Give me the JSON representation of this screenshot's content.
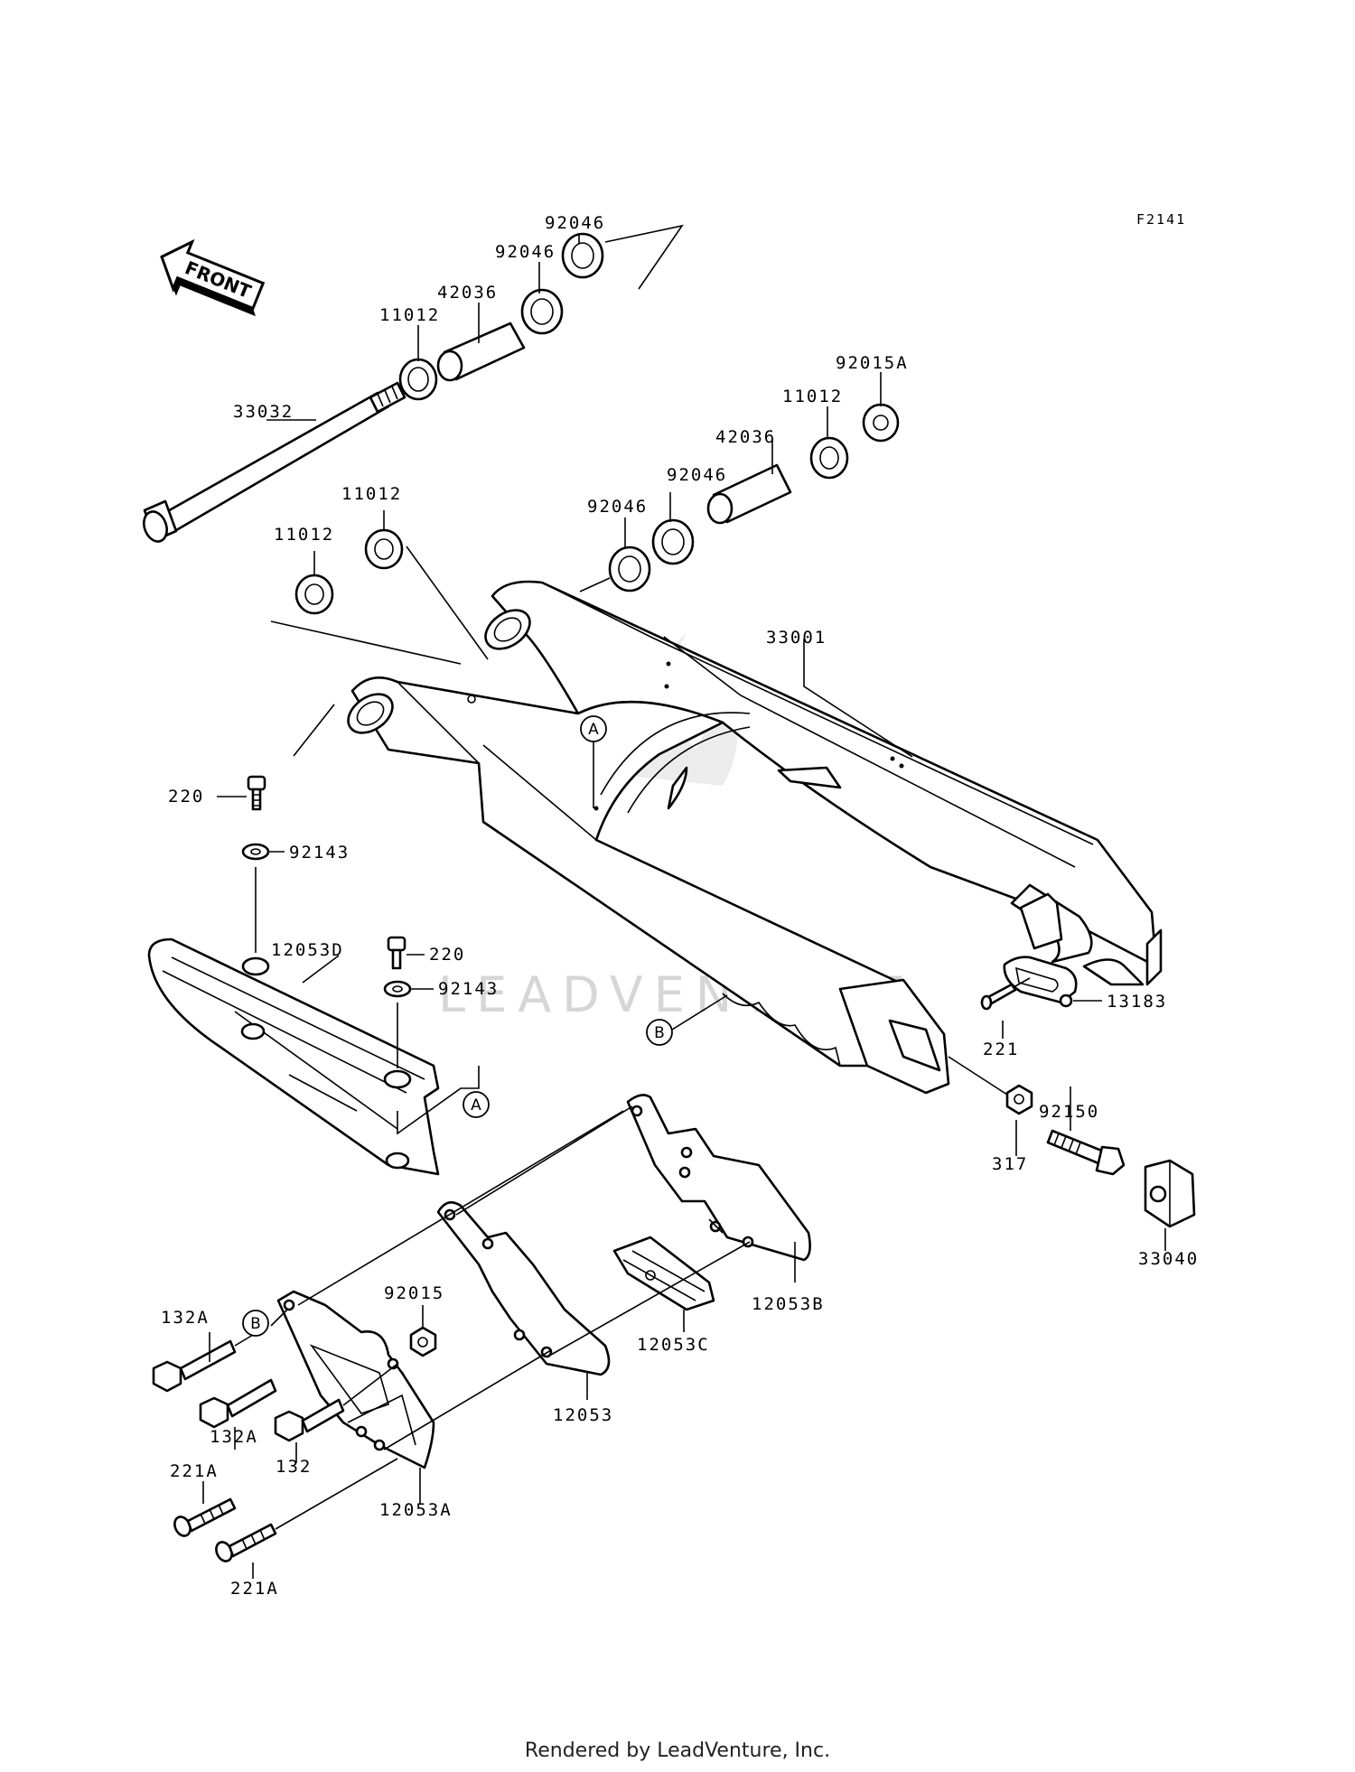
{
  "diagram_code": "F2141",
  "front_arrow_label": "FRONT",
  "watermark": "LEADVENTURE",
  "footer": "Rendered by LeadVenture, Inc.",
  "ref_markers": {
    "a": "A",
    "b": "B"
  },
  "labels": {
    "p92046_a": "92046",
    "p92046_b": "92046",
    "p42036_a": "42036",
    "p11012_a": "11012",
    "p33032": "33032",
    "p92015A": "92015A",
    "p11012_b": "11012",
    "p42036_b": "42036",
    "p92046_c": "92046",
    "p92046_d": "92046",
    "p11012_c": "11012",
    "p11012_d": "11012",
    "p33001": "33001",
    "p220_a": "220",
    "p92143_a": "92143",
    "p12053D": "12053D",
    "p220_b": "220",
    "p92143_b": "92143",
    "p13183": "13183",
    "p221": "221",
    "p92150": "92150",
    "p317": "317",
    "p33040": "33040",
    "p12053B": "12053B",
    "p12053C": "12053C",
    "p12053": "12053",
    "p92015": "92015",
    "p132A_a": "132A",
    "p132A_b": "132A",
    "p132": "132",
    "p221A_a": "221A",
    "p221A_b": "221A",
    "p12053A": "12053A"
  }
}
